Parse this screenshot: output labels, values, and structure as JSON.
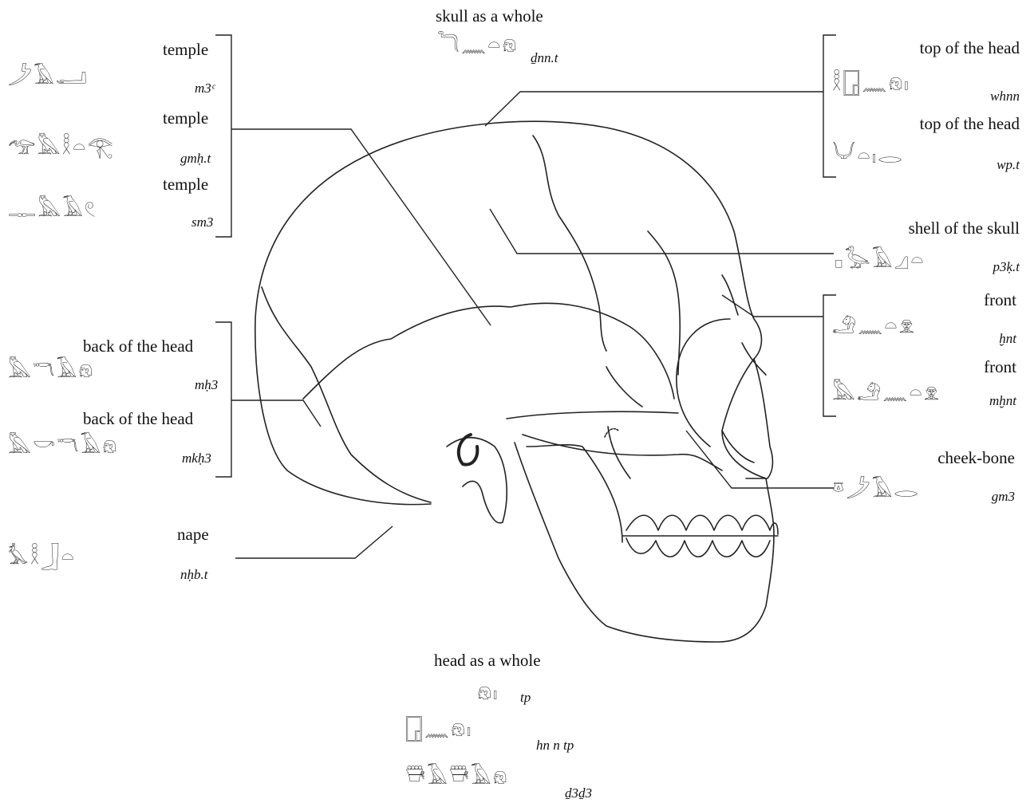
{
  "terms": {
    "skull_whole": {
      "label": "skull as a whole",
      "translit": "ḏnn.t",
      "glyphs": "𓆓𓈖𓏏𓁶"
    },
    "top_head_1": {
      "label": "top of the head",
      "translit": "whnn",
      "glyphs": "𓎛𓉗𓈖𓁶𓏤"
    },
    "top_head_2": {
      "label": "top of the head",
      "translit": "wp.t",
      "glyphs": "𓄋𓏏𓏤𓂋"
    },
    "shell_skull": {
      "label": "shell of the skull",
      "translit": "p3ḳ.t",
      "glyphs": "𓊪𓅭𓄿𓈎𓏏"
    },
    "front_1": {
      "label": "front",
      "translit": "ḫnt",
      "glyphs": "𓄂𓈖𓏏𓁷"
    },
    "front_2": {
      "label": "front",
      "translit": "mḫnt",
      "glyphs": "𓅓𓄂𓈖𓏏𓁷"
    },
    "cheek_bone": {
      "label": "cheek-bone",
      "translit": "gm3",
      "glyphs": "𓎼𓌳𓄿𓂋"
    },
    "temple_1": {
      "label": "temple",
      "translit": "m3ᶜ",
      "glyphs": "𓌳𓄿𓂝"
    },
    "temple_2": {
      "label": "temple",
      "translit": "gmḥ.t",
      "glyphs": "𓅠𓅓𓎛𓏏𓂀"
    },
    "temple_3": {
      "label": "temple",
      "translit": "sm3",
      "glyphs": "𓊃𓅓𓄿𓏲"
    },
    "back_head_1": {
      "label": "back of the head",
      "translit": "mḥ3",
      "glyphs": "𓅓𓎔𓄿𓁶"
    },
    "back_head_2": {
      "label": "back of the head",
      "translit": "mkḥ3",
      "glyphs": "𓅓𓎡𓎔𓄿𓁶"
    },
    "nape": {
      "label": "nape",
      "translit": "nḥb.t",
      "glyphs": "𓅘𓎛𓃀𓏏"
    },
    "head_whole": {
      "label": "head as a whole",
      "forms": [
        {
          "translit": "tp",
          "glyphs": "𓁶𓏤"
        },
        {
          "translit": "hn n tp",
          "glyphs": "𓉗𓈖𓁶𓏤"
        },
        {
          "translit": "ḏ3ḏ3",
          "glyphs": "𓇥𓄿𓇥𓄿𓁶"
        }
      ]
    }
  }
}
